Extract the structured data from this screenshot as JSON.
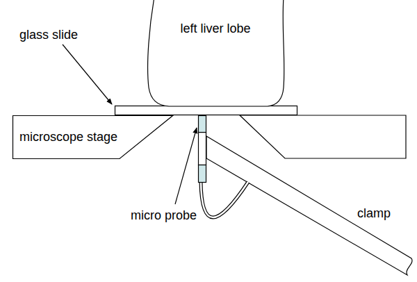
{
  "diagram": {
    "nodes": [
      {
        "text": [
          "left liver lobe"
        ]
      },
      {
        "text": [
          "microscope stage"
        ]
      }
    ],
    "labels": [
      "glass slide",
      "micro probe",
      "clamp"
    ]
  }
}
